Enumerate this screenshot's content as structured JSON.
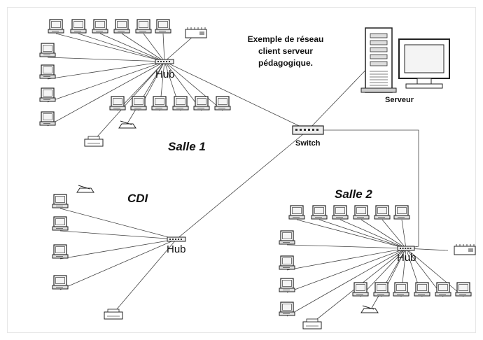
{
  "title_lines": [
    "Exemple de réseau",
    "client serveur",
    "pédagogique."
  ],
  "labels": {
    "salle1": "Salle 1",
    "salle2": "Salle 2",
    "cdi": "CDI",
    "hub_salle1": "Hub",
    "hub_cdi": "Hub",
    "hub_salle2": "Hub",
    "switch": "Switch",
    "server": "Serveur"
  },
  "colors": {
    "line": "#444444",
    "device_fill": "#ffffff",
    "device_stroke": "#222222",
    "screen": "#f4f4f4"
  }
}
